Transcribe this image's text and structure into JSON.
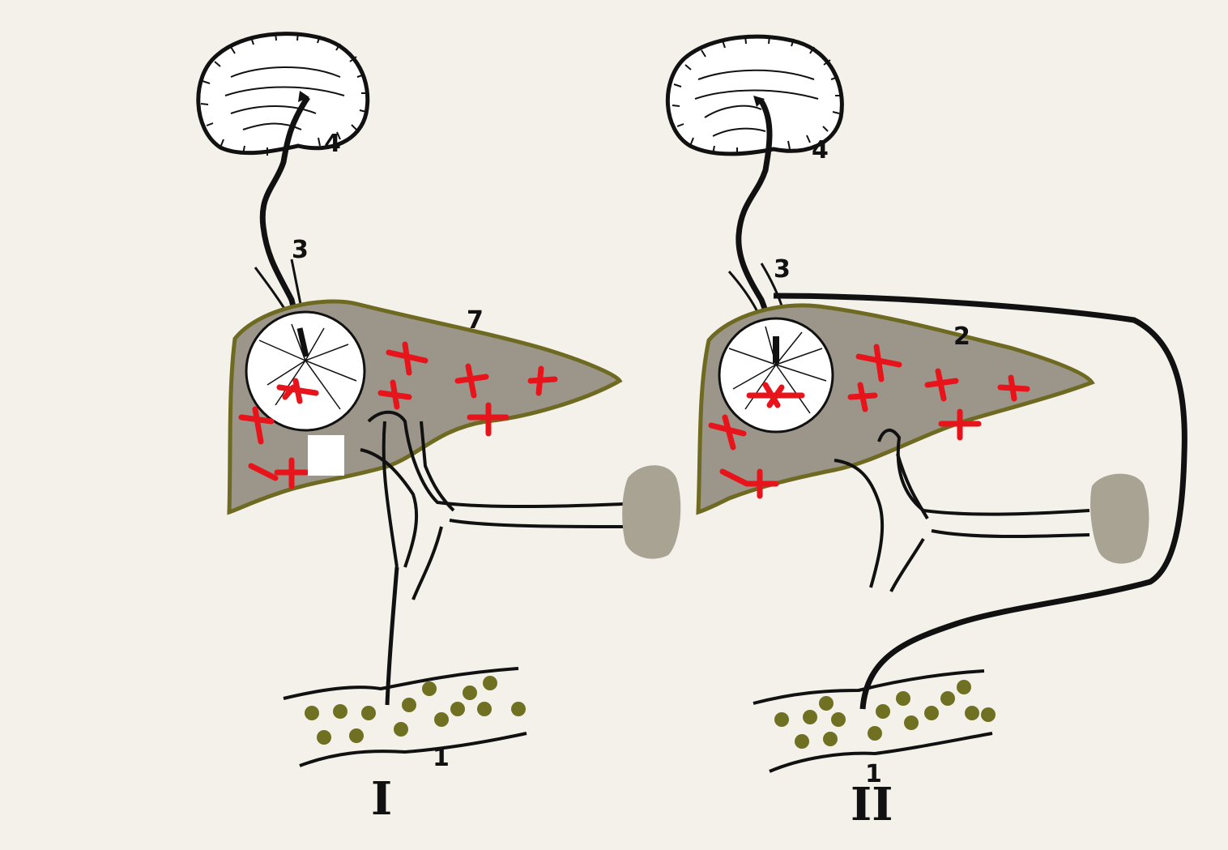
{
  "diagrams": [
    {
      "id": "I",
      "roman_label": "I",
      "labels": {
        "brain": "4",
        "vessel": "3",
        "liver": "7",
        "intestine": "1"
      }
    },
    {
      "id": "II",
      "roman_label": "II",
      "labels": {
        "brain": "4",
        "vessel": "3",
        "liver": "2",
        "intestine": "1"
      }
    }
  ],
  "colors": {
    "background": "#f3f1ea",
    "liver_fill": "#9c968a",
    "liver_border": "#6e6a22",
    "lesion": "#e8141b",
    "intestine_dots": "#707022",
    "spleen": "#a8a393",
    "line": "#111111"
  },
  "icons": [
    "brain-icon",
    "liver-icon",
    "spleen-icon",
    "intestine-icon",
    "portal-vein-icon",
    "shunt-vessel-icon"
  ]
}
